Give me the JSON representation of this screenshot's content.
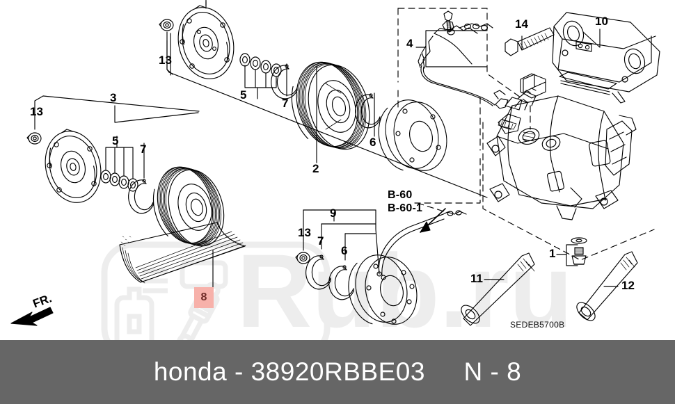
{
  "footer": {
    "part_text": "honda - 38920RBBE03",
    "page_text": "N - 8"
  },
  "diagram": {
    "drawing_code": "SEDEB5700B",
    "orientation_label": "FR.",
    "reference_labels": [
      {
        "text": "B-60"
      },
      {
        "text": "B-60-1"
      }
    ],
    "selected_callout": "8",
    "callouts": [
      {
        "id": "c13a",
        "text": "13"
      },
      {
        "id": "c3",
        "text": "3"
      },
      {
        "id": "c5a",
        "text": "5"
      },
      {
        "id": "c7a",
        "text": "7"
      },
      {
        "id": "c13b",
        "text": "13"
      },
      {
        "id": "c5b",
        "text": "5"
      },
      {
        "id": "c7b",
        "text": "7"
      },
      {
        "id": "c2",
        "text": "2"
      },
      {
        "id": "c6a",
        "text": "6"
      },
      {
        "id": "c4",
        "text": "4"
      },
      {
        "id": "c14",
        "text": "14"
      },
      {
        "id": "c10",
        "text": "10"
      },
      {
        "id": "c13c",
        "text": "13"
      },
      {
        "id": "c7c",
        "text": "7"
      },
      {
        "id": "c9",
        "text": "9"
      },
      {
        "id": "c6b",
        "text": "6"
      },
      {
        "id": "c1",
        "text": "1"
      },
      {
        "id": "c11",
        "text": "11"
      },
      {
        "id": "c12",
        "text": "12"
      }
    ]
  },
  "watermark": {
    "text": "Rub.ru",
    "color": "#ededed"
  },
  "colors": {
    "footer_bg": "#666666",
    "footer_text": "#ffffff",
    "badge_bg": "#f7b1aa",
    "badge_text": "#6e2a26",
    "line": "#000000"
  }
}
